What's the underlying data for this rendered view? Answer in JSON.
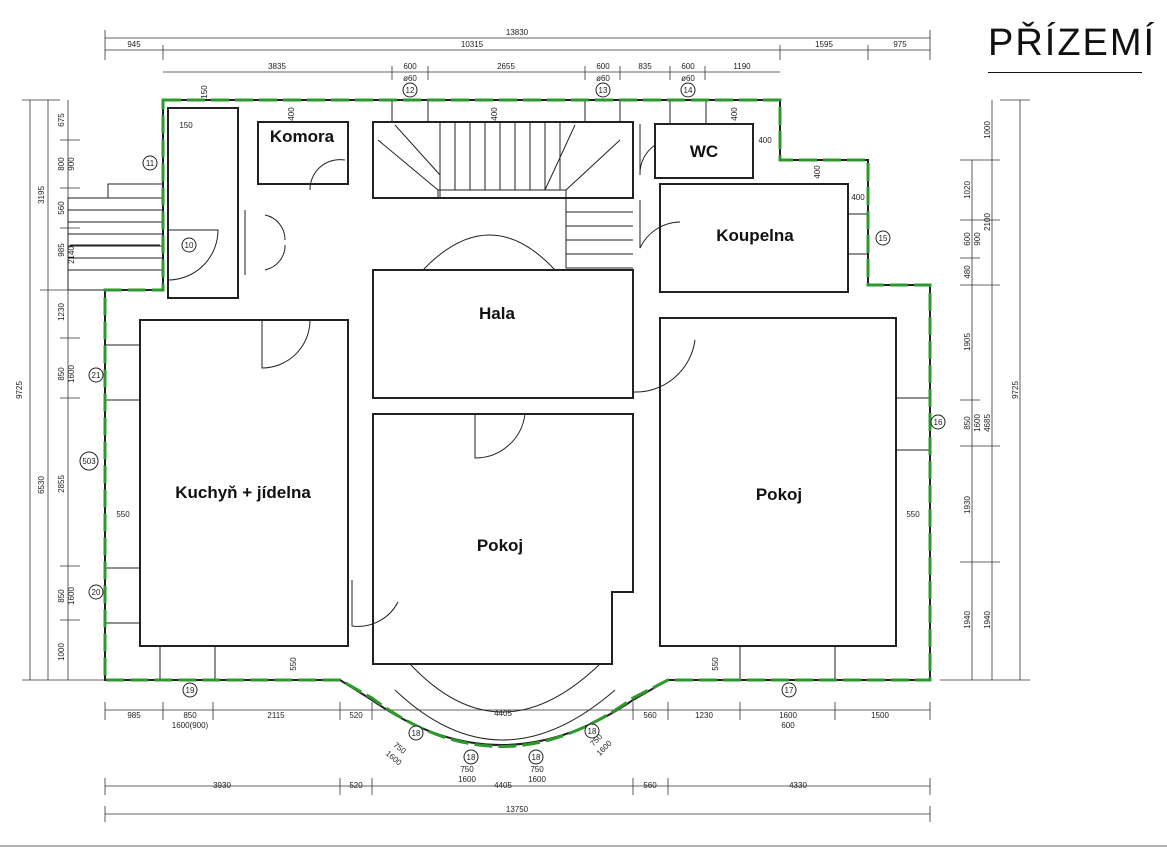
{
  "title": "PŘÍZEMÍ",
  "rooms": {
    "komora": "Komora",
    "wc": "WC",
    "koupelna": "Koupelna",
    "hala": "Hala",
    "kuchyn": "Kuchyň + jídelna",
    "pokoj_center": "Pokoj",
    "pokoj_right": "Pokoj"
  },
  "window_labels": {
    "w10": "10",
    "w11": "11",
    "w12": "12",
    "w13": "13",
    "w14": "14",
    "w15": "15",
    "w16": "16",
    "w17": "17",
    "w18a": "18",
    "w18b": "18",
    "w18c": "18",
    "w18d": "18",
    "w19": "19",
    "w20": "20",
    "w21": "21",
    "w503": "503"
  },
  "dimensions": {
    "top_total": "13830",
    "top_945": "945",
    "top_10315": "10315",
    "top_1595": "1595",
    "top_975": "975",
    "t2_3835": "3835",
    "t2_600a": "600",
    "t2_2655": "2655",
    "t2_600b": "600",
    "t2_835": "835",
    "t2_600c": "600",
    "t2_1190": "1190",
    "t2_o60a": "ø60",
    "t2_o60b": "ø60",
    "t2_o60c": "ø60",
    "t_150": "150",
    "t_150b": "150",
    "t_400a": "400",
    "t_400b": "400",
    "t_400c": "400",
    "t_400d": "400",
    "t_400e": "400",
    "t_400f": "400",
    "l_9725": "9725",
    "l_3195": "3195",
    "l_6530": "6530",
    "l_675": "675",
    "l_800": "800",
    "l_900": "900",
    "l_560": "560",
    "l_985": "985",
    "l_2140": "2140",
    "l_1230": "1230",
    "l_850a": "850",
    "l_1600a": "1600",
    "l_2855": "2855",
    "l_850b": "850",
    "l_1600b": "1600",
    "l_1000": "1000",
    "r_9725": "9725",
    "r_1000": "1000",
    "r_1020": "1020",
    "r_2100": "2100",
    "r_600": "600",
    "r_900": "900",
    "r_480": "480",
    "r_1905": "1905",
    "r_850": "850",
    "r_1600": "1600",
    "r_4685": "4685",
    "r_1930": "1930",
    "r_1940a": "1940",
    "r_1940b": "1940",
    "in_550a": "550",
    "in_550b": "550",
    "in_550c": "550",
    "in_550d": "550",
    "b1_985": "985",
    "b1_850": "850",
    "b1_1600": "1600(900)",
    "b1_2115": "2115",
    "b1_520": "520",
    "b1_4405": "4405",
    "b1_560": "560",
    "b1_1230": "1230",
    "b1_1600b": "1600",
    "b1_600": "600",
    "b1_1500": "1500",
    "arc_750a": "750",
    "arc_1600a": "1600",
    "arc_750b": "750",
    "arc_1600b": "1600",
    "arc_750c": "750",
    "arc_1600c": "1600",
    "arc_750d": "750",
    "arc_1600d": "1600",
    "b2_3930": "3930",
    "b2_520": "520",
    "b2_4405": "4405",
    "b2_560": "560",
    "b2_4330": "4330",
    "bottom_total": "13750"
  }
}
